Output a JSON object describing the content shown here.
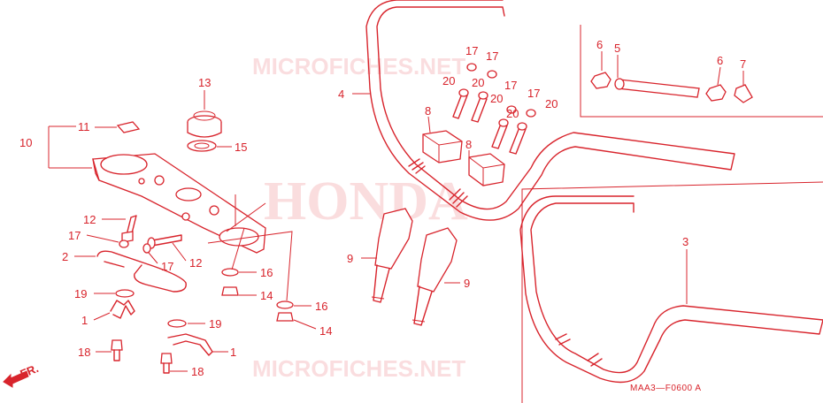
{
  "watermarks": {
    "top": "MICROFICHES.NET",
    "center": "HONDA",
    "bottom": "MICROFICHES.NET"
  },
  "diagram_code": "MAA3—F0600 A",
  "front_marker": "FR.",
  "callouts": {
    "c1a": "1",
    "c1b": "1",
    "c2": "2",
    "c3": "3",
    "c4": "4",
    "c5": "5",
    "c6a": "6",
    "c6b": "6",
    "c7": "7",
    "c8a": "8",
    "c8b": "8",
    "c9a": "9",
    "c9b": "9",
    "c10": "10",
    "c11": "11",
    "c12a": "12",
    "c12b": "12",
    "c13": "13",
    "c14a": "14",
    "c14b": "14",
    "c15": "15",
    "c16a": "16",
    "c16b": "16",
    "c17a": "17",
    "c17b": "17",
    "c17c": "17",
    "c17d": "17",
    "c17e": "17",
    "c17f": "17",
    "c18a": "18",
    "c18b": "18",
    "c19a": "19",
    "c19b": "19",
    "c20a": "20",
    "c20b": "20",
    "c20c": "20",
    "c20d": "20"
  },
  "colors": {
    "line": "#d8242c",
    "watermark": "#f4b4b8",
    "background": "#ffffff"
  }
}
